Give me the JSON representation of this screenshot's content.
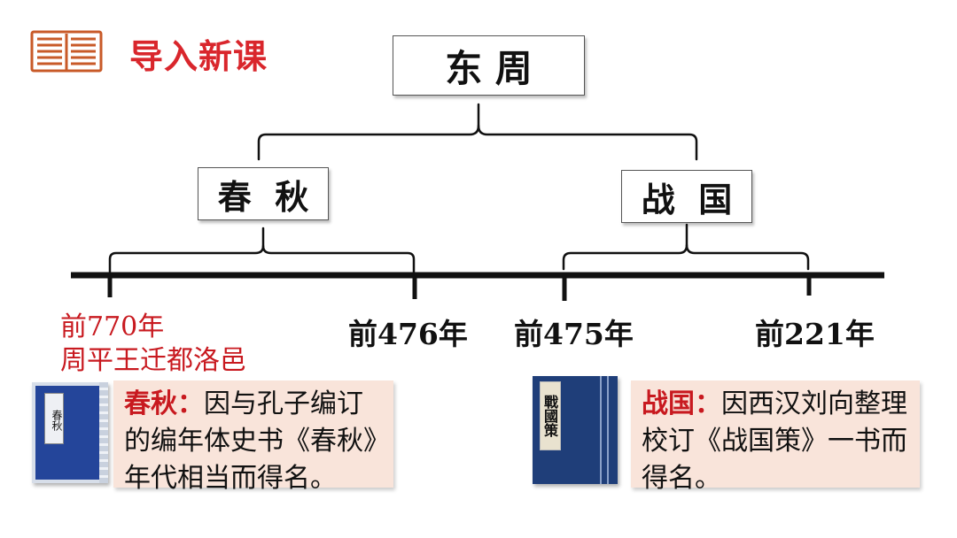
{
  "header": {
    "title": "导入新课",
    "icon": "book-icon",
    "icon_color": "#c85a28"
  },
  "diagram": {
    "root": "东 周",
    "children": [
      {
        "label": "春  秋",
        "start": "前770年",
        "start_note": "周平王迁都洛邑",
        "end": "前476年"
      },
      {
        "label": "战  国",
        "start": "前475年",
        "end": "前221年"
      }
    ]
  },
  "notes": [
    {
      "lead": "春秋：",
      "text": "因与孔子编订的编年体史书《春秋》年代相当而得名。",
      "book_cover_title": "春秋"
    },
    {
      "lead": "战国：",
      "text": "因西汉刘向整理校订《战国策》一书而得名。",
      "book_cover_title": "戰國策"
    }
  ],
  "colors": {
    "accent_red": "#c8191f",
    "note_bg": "#f9e4da",
    "timeline": "#111111"
  }
}
